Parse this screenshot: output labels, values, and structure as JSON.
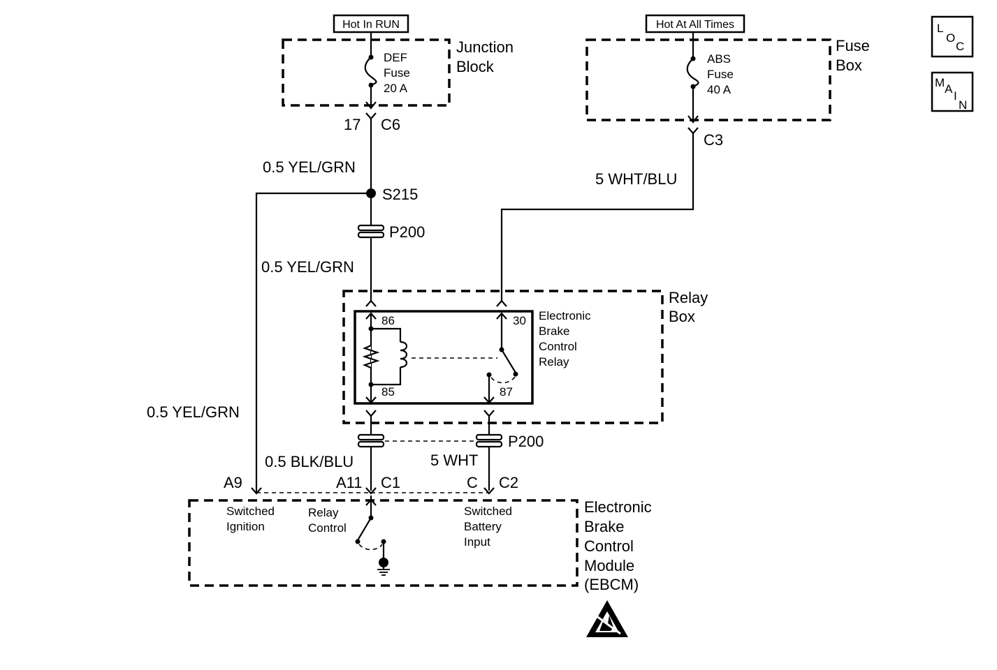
{
  "power": {
    "hot_in_run": "Hot In RUN",
    "hot_at_all_times": "Hot At All Times"
  },
  "nav": {
    "loc": [
      "L",
      "O",
      "C"
    ],
    "main": [
      "M",
      "A",
      "I",
      "N"
    ]
  },
  "junction_block": {
    "name_line1": "Junction",
    "name_line2": "Block",
    "fuse_line1": "DEF",
    "fuse_line2": "Fuse",
    "fuse_line3": "20 A",
    "pin": "17",
    "connector": "C6"
  },
  "fuse_box": {
    "name_line1": "Fuse",
    "name_line2": "Box",
    "fuse_line1": "ABS",
    "fuse_line2": "Fuse",
    "fuse_line3": "40 A",
    "connector": "C3"
  },
  "wires": {
    "yel_grn_1": "0.5 YEL/GRN",
    "yel_grn_2": "0.5 YEL/GRN",
    "yel_grn_3": "0.5 YEL/GRN",
    "wht_blu": "5 WHT/BLU",
    "blk_blu": "0.5 BLK/BLU",
    "wht": "5 WHT"
  },
  "splice": "S215",
  "inline_connector": {
    "top": "P200",
    "bottom": "P200"
  },
  "relay_box": {
    "name_line1": "Relay",
    "name_line2": "Box",
    "relay_line1": "Electronic",
    "relay_line2": "Brake",
    "relay_line3": "Control",
    "relay_line4": "Relay",
    "pin86": "86",
    "pin85": "85",
    "pin30": "30",
    "pin87": "87"
  },
  "ebcm": {
    "name_line1": "Electronic",
    "name_line2": "Brake",
    "name_line3": "Control",
    "name_line4": "Module",
    "name_line5": "(EBCM)",
    "pin_a9": "A9",
    "pin_a11": "A11",
    "conn_c1": "C1",
    "pin_c": "C",
    "conn_c2": "C2",
    "switched_ign_line1": "Switched",
    "switched_ign_line2": "Ignition",
    "relay_ctrl_line1": "Relay",
    "relay_ctrl_line2": "Control",
    "switched_bat_line1": "Switched",
    "switched_bat_line2": "Battery",
    "switched_bat_line3": "Input"
  },
  "icons": {
    "esd": "esd-warning-icon",
    "ground": "ground-icon",
    "fuse": "fuse-icon"
  }
}
